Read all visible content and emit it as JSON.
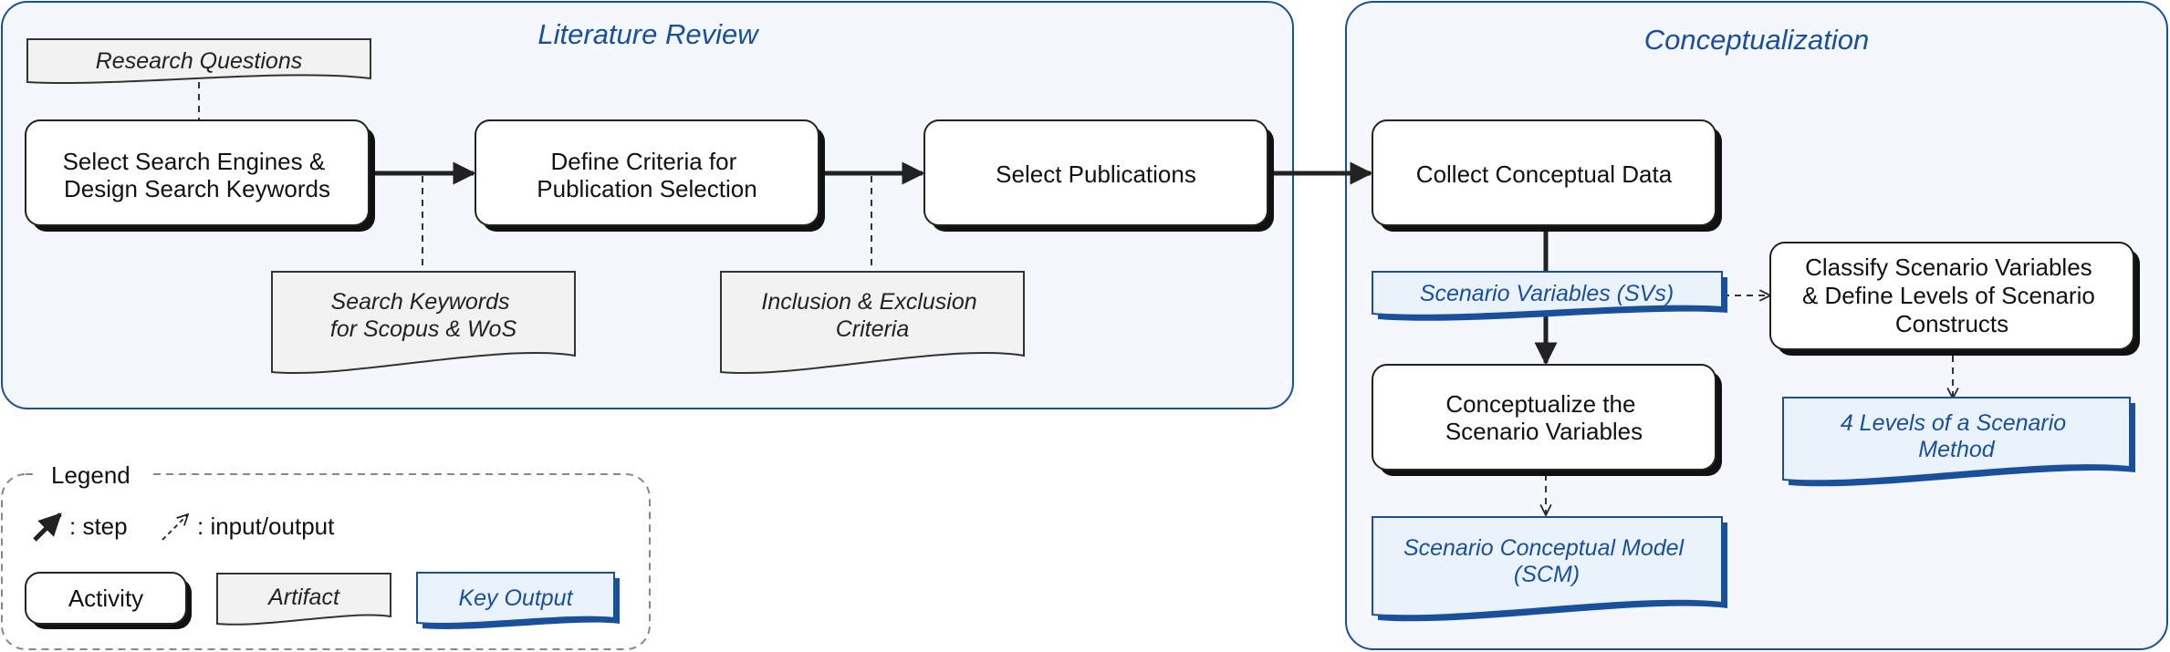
{
  "panels": {
    "literature": {
      "title": "Literature Review"
    },
    "conceptualization": {
      "title": "Conceptualization"
    }
  },
  "activities": {
    "select_engines": [
      "Select Search Engines &",
      "Design Search Keywords"
    ],
    "define_criteria": [
      "Define Criteria for",
      "Publication Selection"
    ],
    "select_publications": [
      "Select Publications"
    ],
    "collect_data": [
      "Collect Conceptual Data"
    ],
    "conceptualize_svs": [
      "Conceptualize the",
      "Scenario Variables"
    ],
    "classify_svs": [
      "Classify Scenario Variables",
      "& Define Levels of Scenario",
      "Constructs"
    ]
  },
  "artifacts": {
    "research_questions": [
      "Research Questions"
    ],
    "search_keywords": [
      "Search Keywords",
      "for Scopus & WoS"
    ],
    "inclusion_criteria": [
      "Inclusion & Exclusion",
      "Criteria"
    ]
  },
  "key_outputs": {
    "scenario_variables": [
      "Scenario Variables (SVs)"
    ],
    "four_levels": [
      "4 Levels of a Scenario",
      "Method"
    ],
    "scm": [
      "Scenario Conceptual Model",
      "(SCM)"
    ]
  },
  "legend": {
    "title": "Legend",
    "step": ": step",
    "io": ": input/output",
    "activity": "Activity",
    "artifact": "Artifact",
    "key_output": "Key Output"
  },
  "colors": {
    "accent": "#1a4f9c",
    "panel_fill": "#f4f7fb",
    "artifact_fill": "#f2f2f2",
    "key_output_fill": "#eaf3fc",
    "arrow": "#222222"
  }
}
